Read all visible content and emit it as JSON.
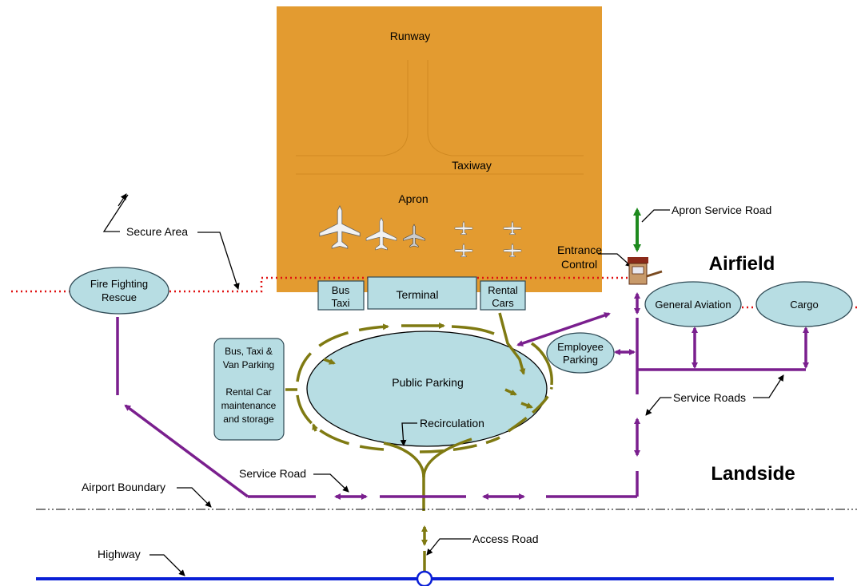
{
  "labels": {
    "runway": "Runway",
    "taxiway": "Taxiway",
    "apron": "Apron",
    "secure_area": "Secure Area",
    "apron_service_road": "Apron Service Road",
    "entrance_control_1": "Entrance",
    "entrance_control_2": "Control",
    "airfield": "Airfield",
    "landside": "Landside",
    "fire_rescue_1": "Fire Fighting",
    "fire_rescue_2": "Rescue",
    "bus_taxi_1": "Bus",
    "bus_taxi_2": "Taxi",
    "terminal": "Terminal",
    "rental_cars_1": "Rental",
    "rental_cars_2": "Cars",
    "general_aviation": "General Aviation",
    "cargo": "Cargo",
    "employee_parking_1": "Employee",
    "employee_parking_2": "Parking",
    "bus_van_parking": [
      "Bus, Taxi &",
      "Van Parking",
      "",
      "Rental Car",
      "maintenance",
      "and storage"
    ],
    "public_parking": "Public Parking",
    "recirculation": "Recirculation",
    "service_roads": "Service Roads",
    "service_road": "Service Road",
    "airport_boundary": "Airport Boundary",
    "access_road": "Access Road",
    "highway": "Highway"
  },
  "colors": {
    "airfield_fill": "#E39B30",
    "facility_fill": "#B7DDE3",
    "service_road": "#7A1F8E",
    "public_road": "#7F7A12",
    "apron_service_road": "#1E8A1E",
    "highway": "#0A1FD6",
    "secure_line": "#E01010"
  }
}
